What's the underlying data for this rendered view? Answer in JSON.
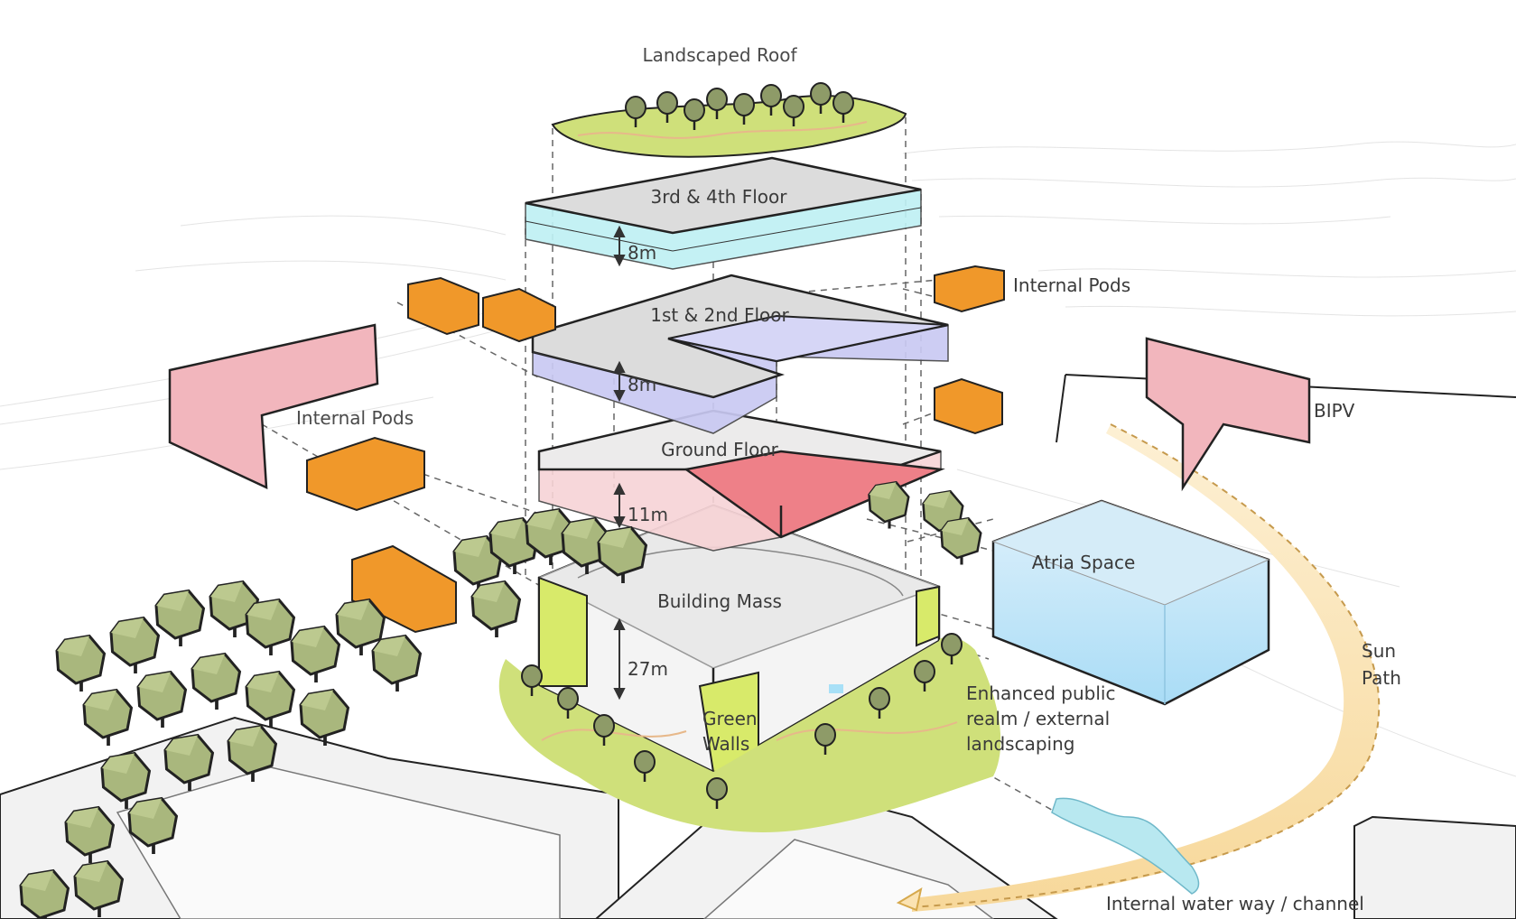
{
  "labels": {
    "landscaped_roof": "Landscaped Roof",
    "floor_3_4": "3rd & 4th Floor",
    "floor_1_2": "1st & 2nd Floor",
    "ground_floor": "Ground Floor",
    "building_mass": "Building Mass",
    "internal_pods_right": "Internal Pods",
    "internal_pods_left": "Internal Pods",
    "bipv": "BIPV",
    "atria_space": "Atria Space",
    "sun_path_1": "Sun",
    "sun_path_2": "Path",
    "green_walls_1": "Green",
    "green_walls_2": "Walls",
    "public_realm_1": "Enhanced public",
    "public_realm_2": "realm / external",
    "public_realm_3": "landscaping",
    "waterway": "Internal water way / channel"
  },
  "dimensions": {
    "floor_3_4_height": "8m",
    "floor_1_2_height": "8m",
    "ground_height": "11m",
    "mass_height": "27m"
  },
  "colors": {
    "roof_green": "#cfe07a",
    "floor_3_4": "#bff0f4",
    "floor_1_2": "#c9c9f2",
    "ground_pink": "#f7d3d6",
    "ground_red": "#ee8088",
    "pod_orange": "#f0982a",
    "bipv_pink": "#f2b6bd",
    "atria_blue": "#bfe3f7",
    "green_wall": "#d8ea6a",
    "tree_green": "#a9b77d",
    "sun_path": "#fbe3b3",
    "water": "#b8e8f0"
  }
}
